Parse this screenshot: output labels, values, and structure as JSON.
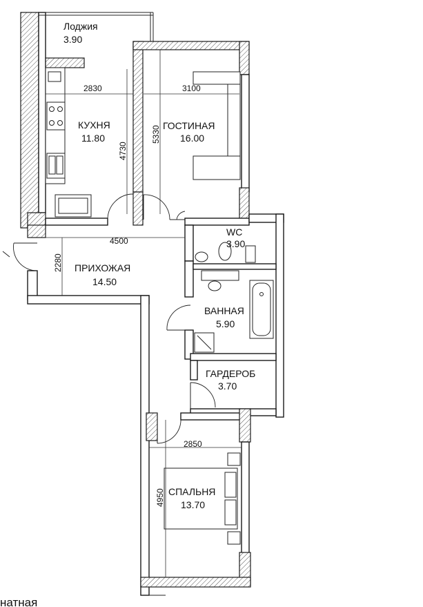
{
  "rooms": {
    "loggia": {
      "name": "Лоджия",
      "area": "3.90"
    },
    "kitchen": {
      "name": "КУХНЯ",
      "area": "11.80"
    },
    "living": {
      "name": "ГОСТИНАЯ",
      "area": "16.00"
    },
    "wc": {
      "name": "WC",
      "area": "3.90"
    },
    "hall": {
      "name": "ПРИХОЖАЯ",
      "area": "14.50"
    },
    "bath": {
      "name": "ВАННАЯ",
      "area": "5.90"
    },
    "wardrobe": {
      "name": "ГАРДЕРОБ",
      "area": "3.70"
    },
    "bedroom": {
      "name": "СПАЛЬНЯ",
      "area": "13.70"
    }
  },
  "dimensions": {
    "kitchen_width": "2830",
    "living_width": "3100",
    "kitchen_depth": "4730",
    "living_depth": "5330",
    "hall_width": "4500",
    "hall_depth": "2280",
    "bedroom_width": "2850",
    "bedroom_depth": "4950"
  },
  "footer": {
    "text": "натная"
  },
  "colors": {
    "wall_outline": "#1a1a1a",
    "hatch": "#555555",
    "background": "#ffffff"
  }
}
